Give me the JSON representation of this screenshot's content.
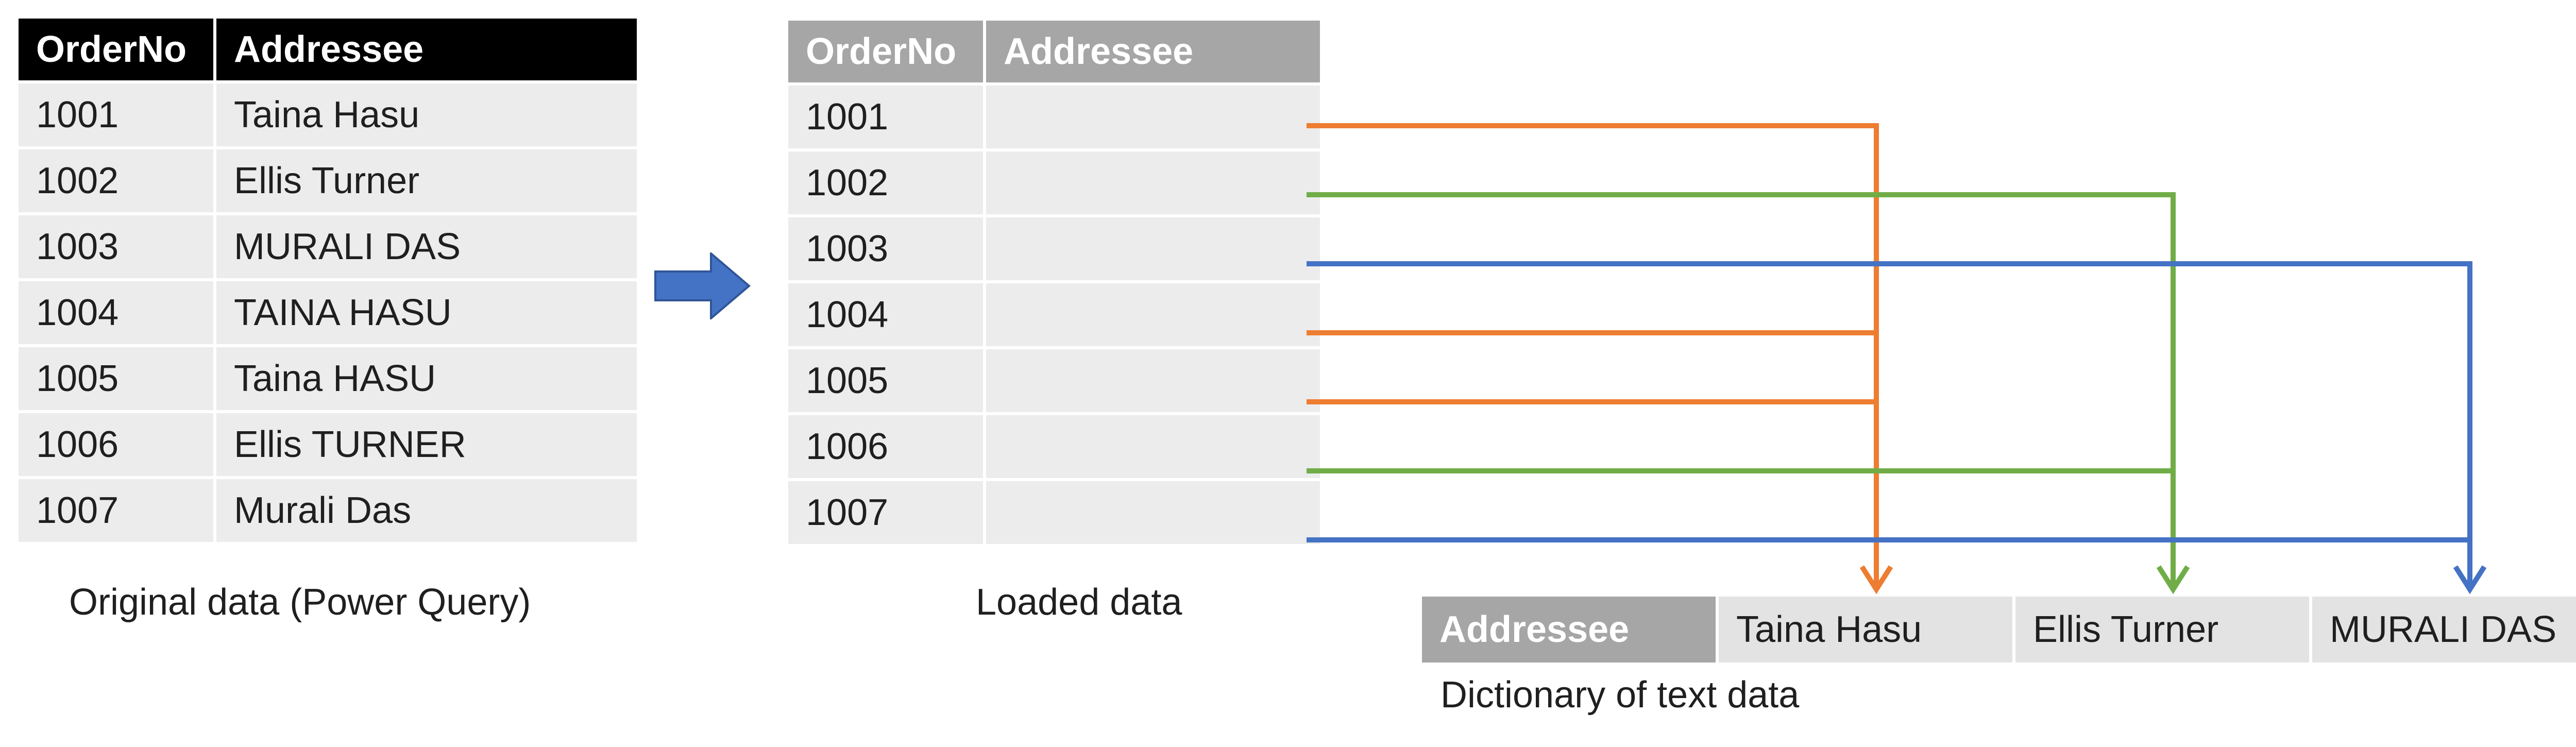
{
  "original": {
    "headers": [
      "OrderNo",
      "Addressee"
    ],
    "rows": [
      [
        "1001",
        "Taina Hasu"
      ],
      [
        "1002",
        "Ellis Turner"
      ],
      [
        "1003",
        "MURALI DAS"
      ],
      [
        "1004",
        "TAINA HASU"
      ],
      [
        "1005",
        "Taina HASU"
      ],
      [
        "1006",
        "Ellis TURNER"
      ],
      [
        "1007",
        "Murali Das"
      ]
    ],
    "caption": "Original data (Power Query)"
  },
  "loaded": {
    "headers": [
      "OrderNo",
      "Addressee"
    ],
    "rows": [
      [
        "1001",
        ""
      ],
      [
        "1002",
        ""
      ],
      [
        "1003",
        ""
      ],
      [
        "1004",
        ""
      ],
      [
        "1005",
        ""
      ],
      [
        "1006",
        ""
      ],
      [
        "1007",
        ""
      ]
    ],
    "caption": "Loaded data"
  },
  "dictionary": {
    "header": "Addressee",
    "values": [
      "Taina Hasu",
      "Ellis Turner",
      "MURALI DAS"
    ],
    "caption": "Dictionary of text data"
  },
  "links": {
    "row_to_dict": [
      0,
      1,
      2,
      0,
      0,
      1,
      2
    ],
    "colors": [
      "#ed7d31",
      "#70ad47",
      "#4472c4"
    ]
  },
  "colors": {
    "original_header": "#000000",
    "loaded_header": "#a6a6a6",
    "cell": "#ececec",
    "flow_arrow": "#4472c4"
  }
}
